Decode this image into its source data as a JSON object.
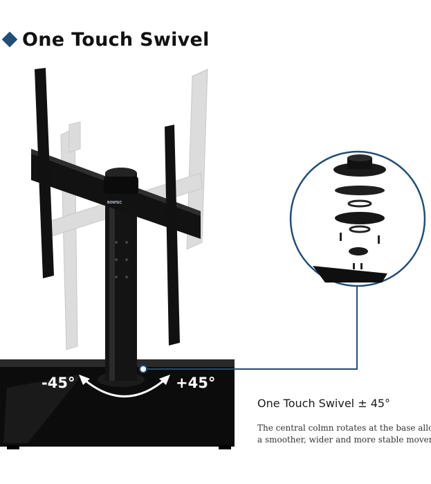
{
  "heading": {
    "title": "One Touch Swivel"
  },
  "swivel": {
    "left_label": "-45°",
    "right_label": "+45°"
  },
  "caption": {
    "title": "One Touch Swivel ± 45°",
    "line1": "The central colmn rotates at the base allowing",
    "line2": "a smoother, wider and more stable movement."
  },
  "brand": {
    "logo_text": "BONTEC"
  },
  "colors": {
    "accent": "#1f4e79",
    "stand": "#111111",
    "ghost": "#d9d9d9"
  }
}
